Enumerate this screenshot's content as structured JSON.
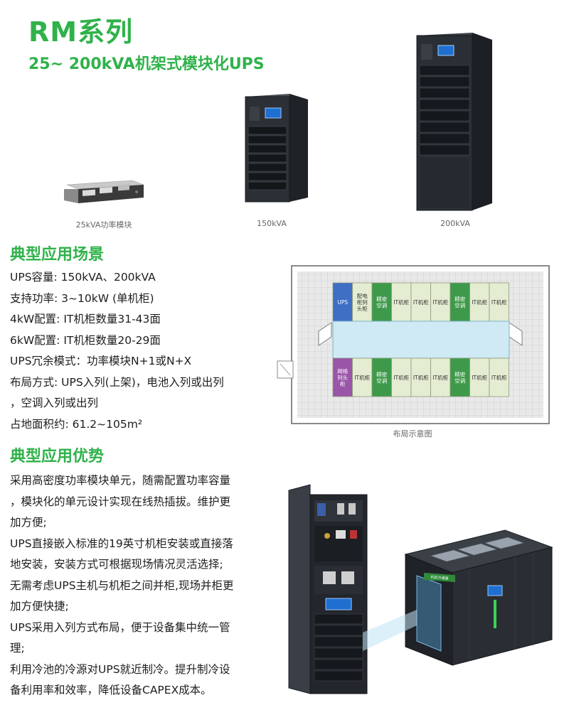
{
  "header": {
    "title": "RM系列",
    "subtitle": "25~ 200kVA机架式模块化UPS"
  },
  "products": [
    {
      "caption": "25kVA功率模块"
    },
    {
      "caption": "150kVA"
    },
    {
      "caption": "200kVA"
    }
  ],
  "scenario": {
    "heading": "典型应用场景",
    "lines": [
      "UPS容量: 150kVA、200kVA",
      "支持功率: 3~10kW (单机柜)",
      "4kW配置: IT机柜数量31-43面",
      "6kW配置: IT机柜数量20-29面",
      "UPS冗余模式：功率模块N+1或N+X",
      "布局方式: UPS入列(上架)，电池入列或出列",
      "，空调入列或出列",
      "占地面积约: 61.2~105m²"
    ]
  },
  "layout_diagram": {
    "caption": "布局示意图",
    "top_row": [
      {
        "label": "UPS",
        "kind": "ups"
      },
      {
        "label": "配电柜列头柜",
        "kind": "pdu"
      },
      {
        "label": "精密空调",
        "kind": "ac"
      },
      {
        "label": "IT机柜",
        "kind": "it"
      },
      {
        "label": "IT机柜",
        "kind": "it"
      },
      {
        "label": "IT机柜",
        "kind": "it"
      },
      {
        "label": "精密空调",
        "kind": "ac"
      },
      {
        "label": "IT机柜",
        "kind": "it"
      },
      {
        "label": "IT机柜",
        "kind": "it"
      }
    ],
    "bottom_row": [
      {
        "label": "网络列头柜",
        "kind": "net"
      },
      {
        "label": "IT机柜",
        "kind": "it"
      },
      {
        "label": "精密空调",
        "kind": "ac"
      },
      {
        "label": "IT机柜",
        "kind": "it"
      },
      {
        "label": "IT机柜",
        "kind": "it"
      },
      {
        "label": "IT机柜",
        "kind": "it"
      },
      {
        "label": "精密空调",
        "kind": "ac"
      },
      {
        "label": "IT机柜",
        "kind": "it"
      },
      {
        "label": "IT机柜",
        "kind": "it"
      }
    ],
    "colors": {
      "ups": "#3e6fc4",
      "pdu": "#e4ecd2",
      "ac": "#3e9a4a",
      "it": "#e4ecd2",
      "net": "#9a55a8",
      "aisle": "#cfeaf4"
    }
  },
  "advantages": {
    "heading": "典型应用优势",
    "lines": [
      "采用高密度功率模块单元，随需配置功率容量",
      "，模块化的单元设计实现在线热插拔。维护更",
      "加方便;",
      "UPS直接嵌入标准的19英寸机柜安装或直接落",
      "地安装，安装方式可根据现场情况灵活选择;",
      "无需考虑UPS主机与机柜之间并柜,现场并柜更",
      "加方便快捷;",
      "UPS采用入列方式布局，便于设备集中统一管",
      "理;",
      "利用冷池的冷源对UPS就近制冷。提升制冷设",
      "备利用率和效率，降低设备CAPEX成本。"
    ]
  },
  "pod_image": {
    "door_label": "机房冷通道"
  }
}
